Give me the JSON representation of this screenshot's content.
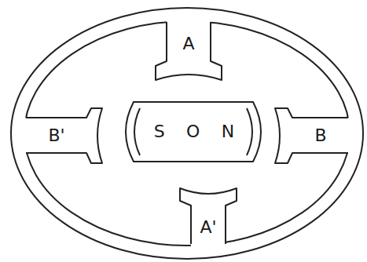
{
  "diagram": {
    "nodes": [
      {
        "text": [
          "A"
        ]
      },
      {
        "text": [
          "B'"
        ]
      },
      {
        "text": [
          "S",
          "O",
          "N"
        ]
      },
      {
        "text": [
          "B"
        ]
      },
      {
        "text": [
          "A'"
        ]
      }
    ]
  }
}
